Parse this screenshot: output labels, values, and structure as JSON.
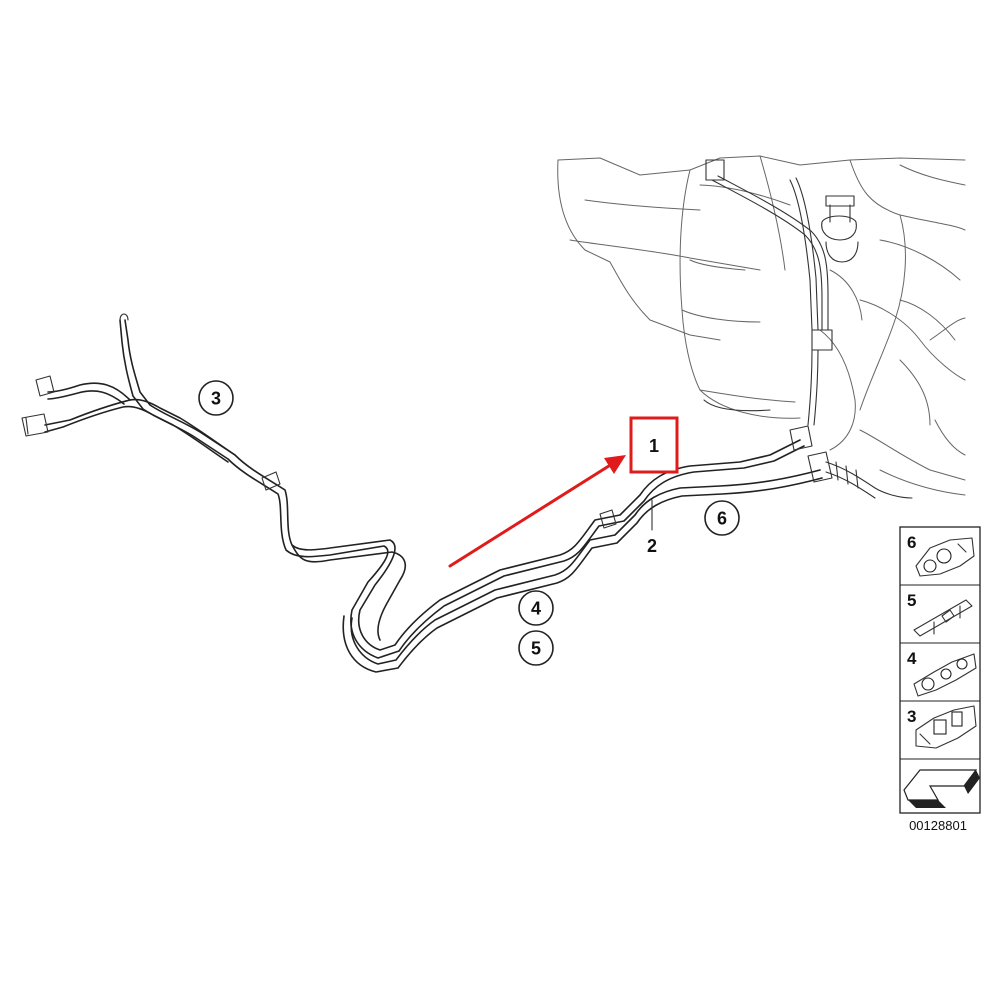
{
  "callouts": {
    "part1": "1",
    "part2": "2",
    "part3": "3",
    "part4": "4",
    "part5": "5",
    "part6": "6"
  },
  "legend": {
    "items": [
      {
        "number": "6",
        "icon": "clip-6-icon"
      },
      {
        "number": "5",
        "icon": "bracket-5-icon"
      },
      {
        "number": "4",
        "icon": "clip-4-icon"
      },
      {
        "number": "3",
        "icon": "clip-3-icon"
      }
    ],
    "direction_icon": "direction-arrow-icon"
  },
  "diagram_code": "00128801",
  "colors": {
    "highlight": "#e01b1b",
    "line": "#222222",
    "background": "#ffffff"
  }
}
